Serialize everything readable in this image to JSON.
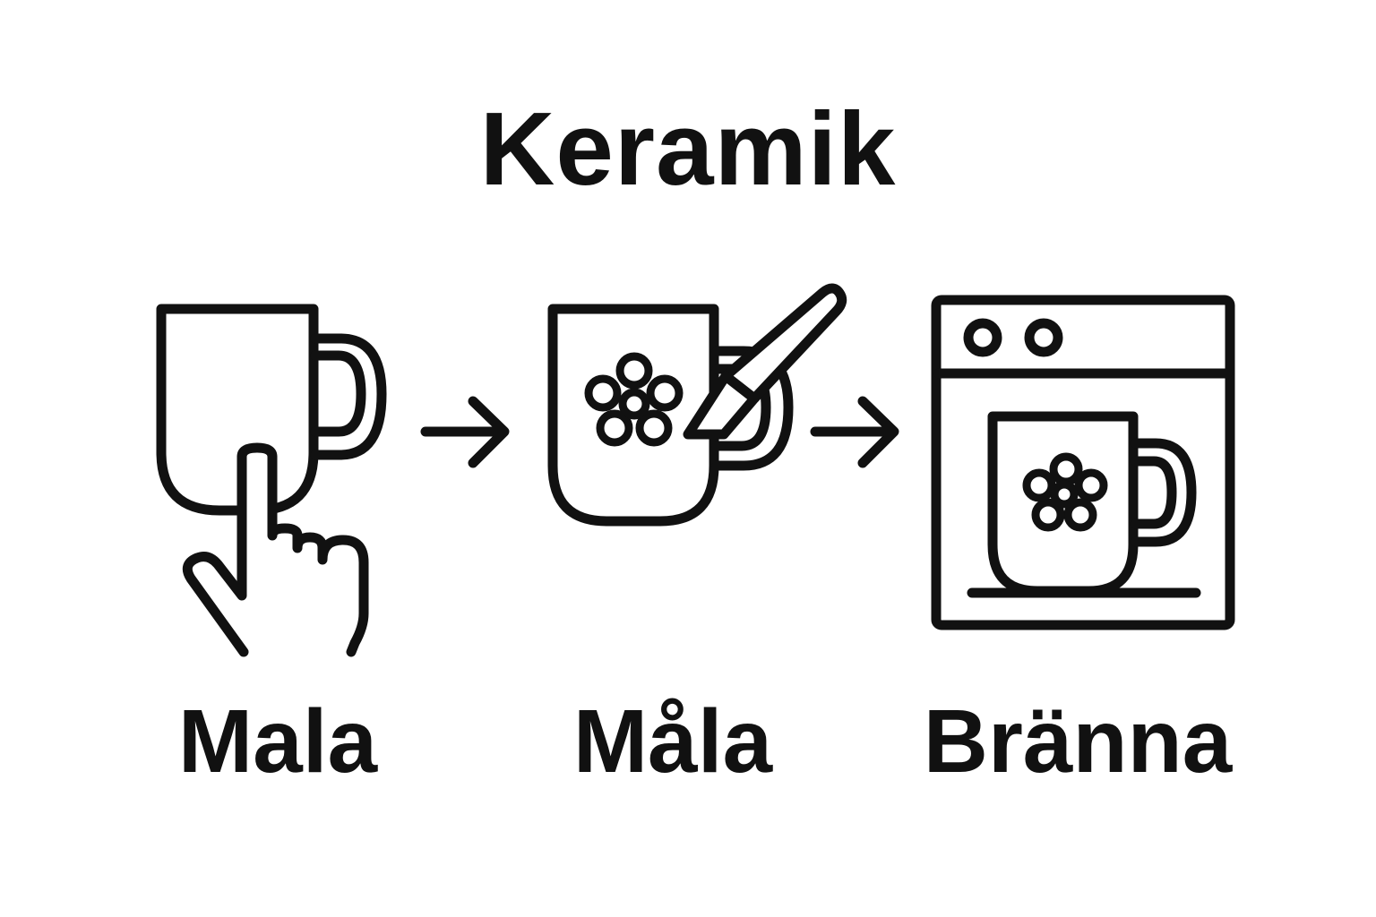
{
  "title": "Keramik",
  "steps": [
    {
      "label": "Mala",
      "icon": "hand-pressing-mug-icon"
    },
    {
      "label": "Måla",
      "icon": "painting-mug-with-brush-icon"
    },
    {
      "label": "Bränna",
      "icon": "kiln-with-mug-icon"
    }
  ],
  "connectors": [
    "arrow-right-icon",
    "arrow-right-icon"
  ],
  "colors": {
    "stroke": "#111111",
    "background": "#ffffff"
  }
}
